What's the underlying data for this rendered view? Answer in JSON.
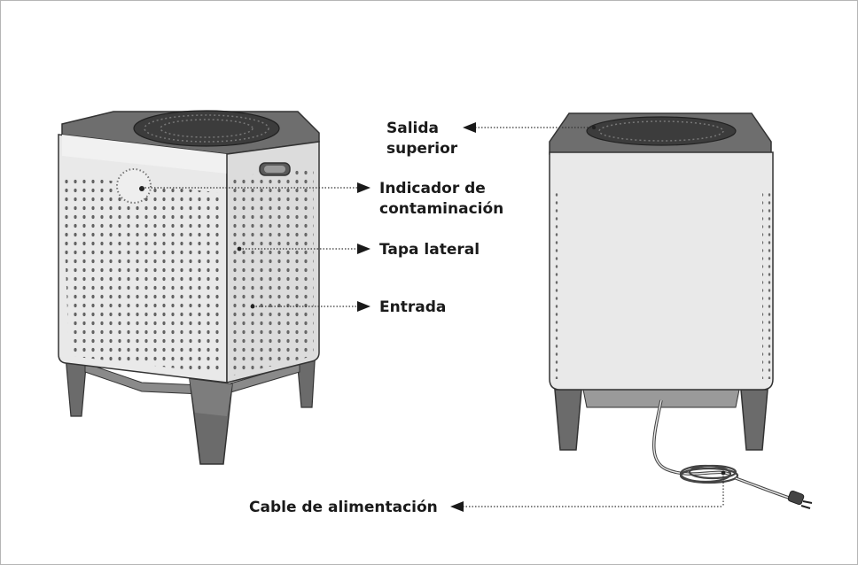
{
  "labels": {
    "salida_line1": "Salida",
    "salida_line2": "superior",
    "indicador_line1": "Indicador de",
    "indicador_line2": "contaminación",
    "tapa_lateral": "Tapa lateral",
    "entrada": "Entrada",
    "cable": "Cable de alimentación"
  },
  "colors": {
    "body": "#e6e6e6",
    "top": "#6e6e6e",
    "legs": "#6b6b6b",
    "outline": "#333333",
    "perforation": "#4a4a4a"
  }
}
